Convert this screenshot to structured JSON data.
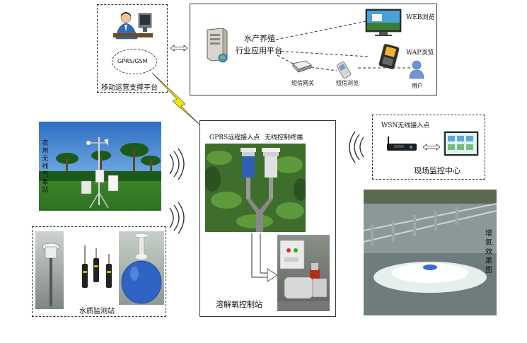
{
  "mobile_platform": {
    "label": "移动运营支撑平台",
    "ellipse_label": "GPRS/GSM"
  },
  "industry_platform": {
    "line1": "水产养殖",
    "line2": "行业应用平台"
  },
  "web_browse": "WEB浏览",
  "wap_browse": "WAP浏览",
  "sms_gateway": "短信网关",
  "sms_browse": "短信浏览",
  "user": "用户",
  "weather_station": {
    "chars": [
      "农",
      "用",
      "无",
      "线",
      "气",
      "象",
      "站"
    ]
  },
  "water_station": "水质监测站",
  "gprs_access": "GPRS远程接入点",
  "wireless_terminal": "无线控制终端",
  "do_control": "溶解氧控制站",
  "wsn_access": "WSN无线接入点",
  "site_center": "现场监控中心",
  "aeration": {
    "chars": [
      "增",
      "氧",
      "效",
      "果",
      "图"
    ]
  },
  "colors": {
    "line": "#333333",
    "lightning": "#f2e600",
    "sky": "#3b78c8",
    "grass": "#3f8a2c",
    "water": "#7d8a8c"
  }
}
